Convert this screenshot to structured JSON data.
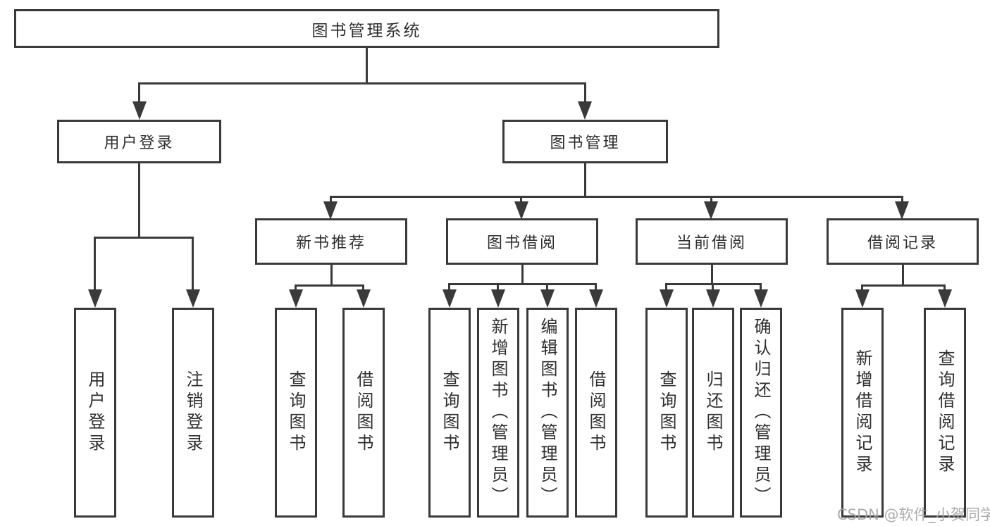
{
  "tree": {
    "label": "图书管理系统",
    "children": [
      {
        "label": "用户登录",
        "children": [
          {
            "label": "用户登录"
          },
          {
            "label": "注销登录"
          }
        ]
      },
      {
        "label": "图书管理",
        "children": [
          {
            "label": "新书推荐",
            "children": [
              {
                "label": "查询图书"
              },
              {
                "label": "借阅图书"
              }
            ]
          },
          {
            "label": "图书借阅",
            "children": [
              {
                "label": "查询图书"
              },
              {
                "label": "新增图书（管理员）"
              },
              {
                "label": "编辑图书（管理员）"
              },
              {
                "label": "借阅图书"
              }
            ]
          },
          {
            "label": "当前借阅",
            "children": [
              {
                "label": "查询图书"
              },
              {
                "label": "归还图书"
              },
              {
                "label": "确认归还（管理员）"
              }
            ]
          },
          {
            "label": "借阅记录",
            "children": [
              {
                "label": "新增借阅记录"
              },
              {
                "label": "查询借阅记录"
              }
            ]
          }
        ]
      }
    ]
  },
  "watermark": {
    "text": "CSDN @软件_小贺同学"
  },
  "colors": {
    "line": "#3a3a3a",
    "text": "#2f2f2f",
    "bg": "#ffffff",
    "watermark": "#a3a3a3"
  }
}
